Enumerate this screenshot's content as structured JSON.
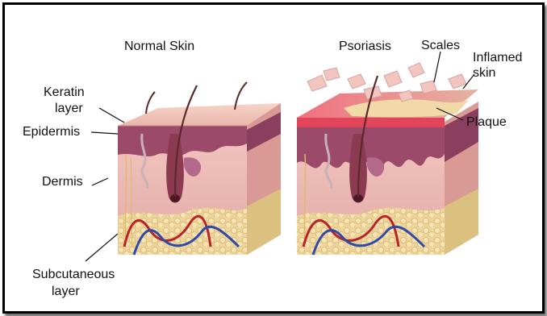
{
  "titles": {
    "normal": "Normal Skin",
    "psoriasis": "Psoriasis"
  },
  "labels": {
    "keratin_line1": "Keratin",
    "keratin_line2": "layer",
    "epidermis": "Epidermis",
    "dermis": "Dermis",
    "subcutaneous_line1": "Subcutaneous",
    "subcutaneous_line2": "layer",
    "scales": "Scales",
    "inflamed_line1": "Inflamed",
    "inflamed_line2": "skin",
    "plaque": "Plaque"
  },
  "colors": {
    "epidermis": "#9b4a6a",
    "dermis": "#eab7b2",
    "fat": "#ecd49a",
    "artery": "#b8242a",
    "vein": "#2f4aa8",
    "inflamed": "#e2455a",
    "plaque": "#f1d9a8"
  }
}
